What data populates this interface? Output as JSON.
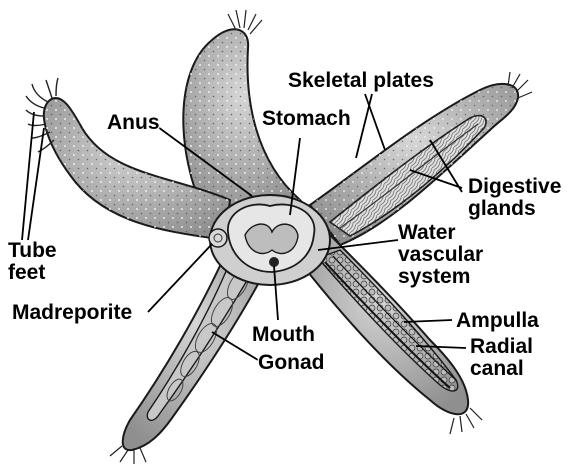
{
  "colors": {
    "background": "#ffffff",
    "body_fill": "#a9a9a9",
    "body_light": "#d4d4d4",
    "outline": "#1a1a1a",
    "gonad_fill": "#c8c8c8",
    "gland_fill": "#e2e2e2",
    "ampulla_fill": "#bdbdbd"
  },
  "labels": {
    "skeletal_plates": "Skeletal plates",
    "anus": "Anus",
    "stomach": "Stomach",
    "digestive_glands": [
      "Digestive",
      "glands"
    ],
    "water_vascular_system": [
      "Water",
      "vascular",
      "system"
    ],
    "tube_feet": [
      "Tube",
      "feet"
    ],
    "madreporite": "Madreporite",
    "mouth": "Mouth",
    "gonad": "Gonad",
    "ampulla": "Ampulla",
    "radial_canal": [
      "Radial",
      "canal"
    ]
  }
}
